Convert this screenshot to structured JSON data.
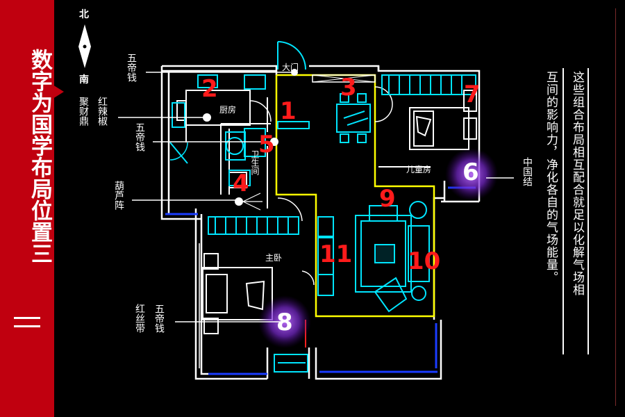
{
  "sidebar": {
    "title": "数字为国学布局位置三",
    "title_color": "#ffffff",
    "background": "#c0000f"
  },
  "compass": {
    "north": "北",
    "south": "南"
  },
  "labels": {
    "wudi_top": "五帝钱",
    "juchai": "聚财鼎",
    "honglajiao": "红辣椒",
    "wudi_mid": "五帝钱",
    "hulu": "葫芦阵",
    "hongsidai": "红丝带",
    "wudi_bottom": "五帝钱",
    "zhongguojie": "中国结"
  },
  "rooms": {
    "damen": "大门",
    "chufang": "厨房",
    "weishengjian": "卫生间",
    "ertongfang": "儿童房",
    "zhuwo": "主卧"
  },
  "numbers": [
    "1",
    "2",
    "3",
    "4",
    "5",
    "6",
    "7",
    "8",
    "9",
    "10",
    "11"
  ],
  "right_text": {
    "col1": "这些组合布局相互配合就足以化解气场相",
    "col2": "互间的影响力，净化各自的气场能量。"
  },
  "colors": {
    "wall": "#ffffff",
    "furniture": "#00e5ff",
    "yellow": "#ffff00",
    "blue": "#1a3cff",
    "accent": "#ff1b1b",
    "glow": "#a040ff"
  }
}
